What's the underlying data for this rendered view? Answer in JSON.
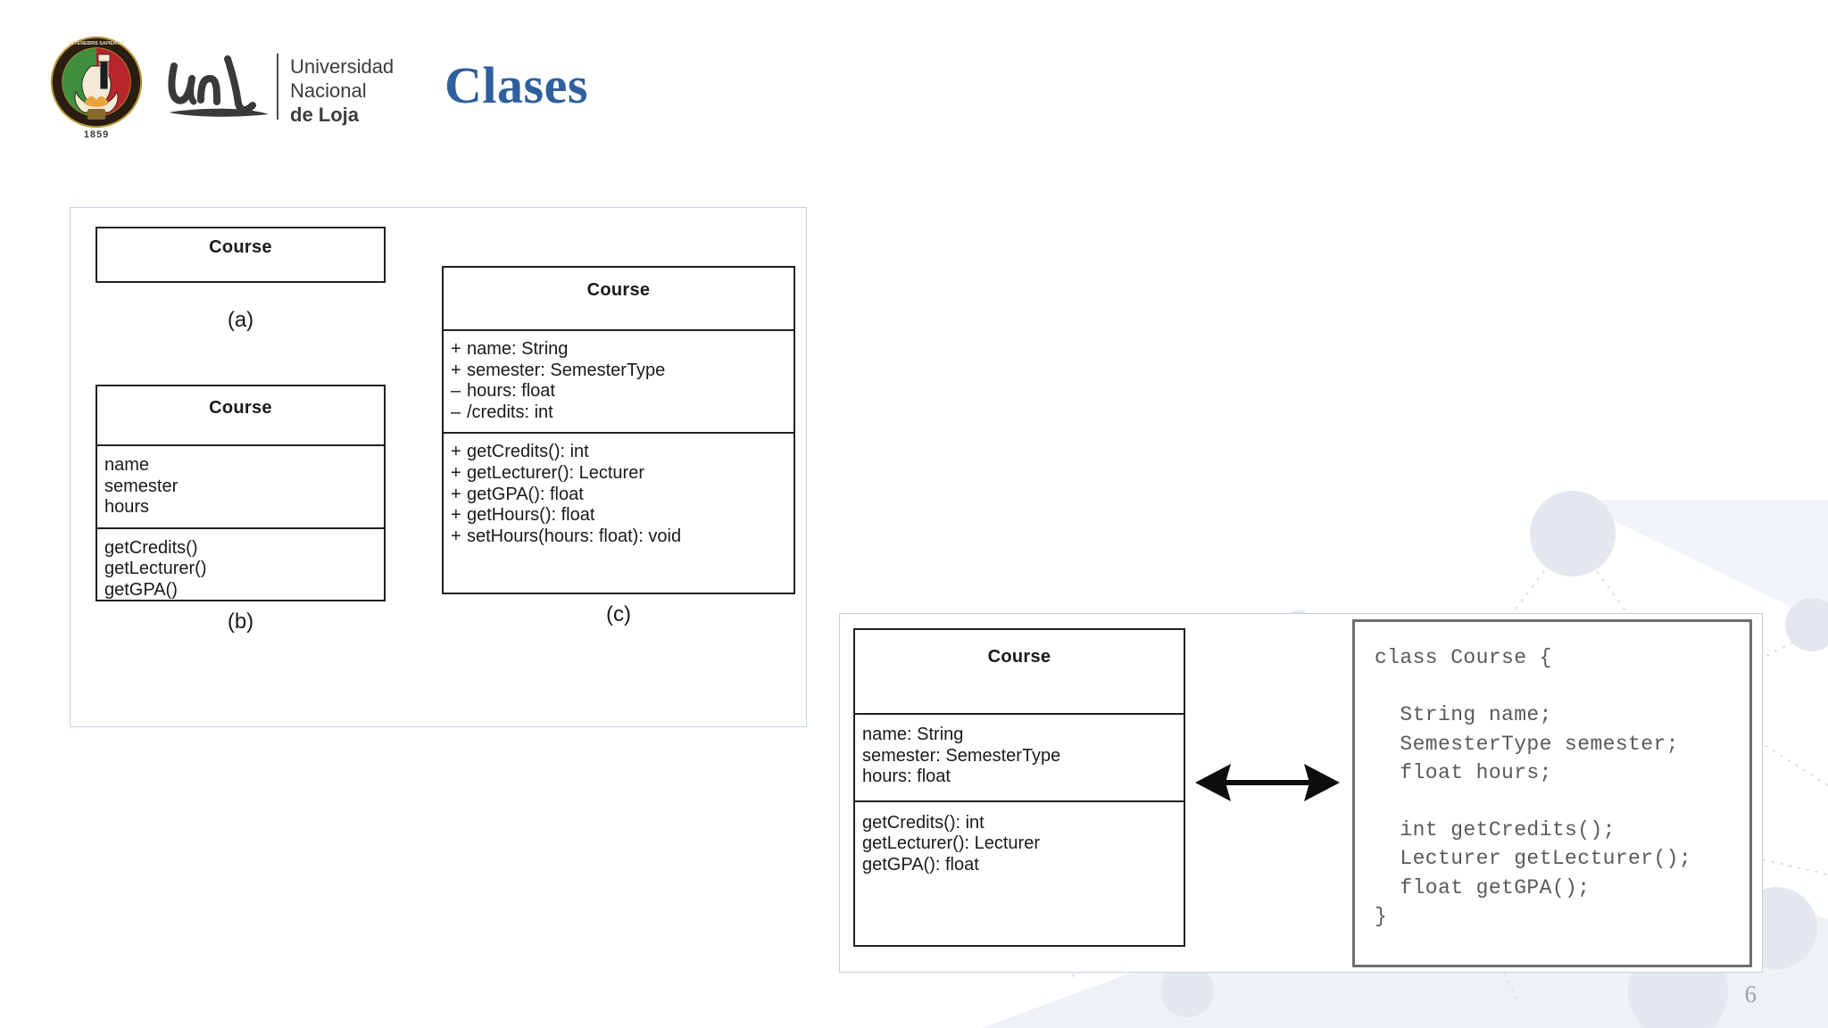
{
  "slide": {
    "title": "Clases",
    "page_number": "6",
    "title_color": "#2e5f9e"
  },
  "brand": {
    "crest_name": "unl-crest-icon",
    "crest_year": "1859",
    "crest_motto": "IN TENEBRIS SAPIENTIA GLORIFICATIO VITAE",
    "wordmark": "unl",
    "line1": "Universidad",
    "line2": "Nacional",
    "line3": "de Loja"
  },
  "figure_left": {
    "a": {
      "label": "(a)",
      "class_name": "Course"
    },
    "b": {
      "label": "(b)",
      "class_name": "Course",
      "attributes": [
        "name",
        "semester",
        "hours"
      ],
      "operations": [
        "getCredits()",
        "getLecturer()",
        "getGPA()"
      ]
    },
    "c": {
      "label": "(c)",
      "class_name": "Course",
      "attributes": [
        {
          "visibility": "+",
          "text": "name: String"
        },
        {
          "visibility": "+",
          "text": "semester: SemesterType"
        },
        {
          "visibility": "–",
          "text": "hours: float"
        },
        {
          "visibility": "–",
          "text": "/credits: int"
        }
      ],
      "operations": [
        {
          "visibility": "+",
          "text": "getCredits(): int"
        },
        {
          "visibility": "+",
          "text": "getLecturer(): Lecturer"
        },
        {
          "visibility": "+",
          "text": "getGPA(): float"
        },
        {
          "visibility": "+",
          "text": "getHours(): float"
        },
        {
          "visibility": "+",
          "text": "setHours(hours: float): void"
        }
      ]
    }
  },
  "figure_right": {
    "uml": {
      "class_name": "Course",
      "attributes": [
        "name: String",
        "semester: SemesterType",
        "hours: float"
      ],
      "operations": [
        "getCredits(): int",
        "getLecturer(): Lecturer",
        "getGPA(): float"
      ]
    },
    "arrow_name": "bidirectional-arrow",
    "code": "class Course {\n\n  String name;\n  SemesterType semester;\n  float hours;\n\n  int getCredits();\n  Lecturer getLecturer();\n  float getGPA();\n}"
  }
}
